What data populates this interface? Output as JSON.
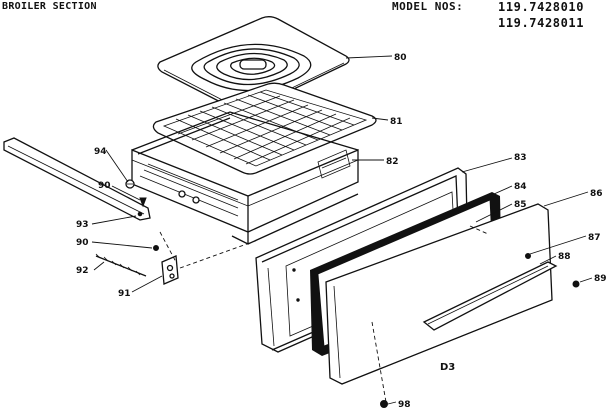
{
  "header": {
    "section_title": "BROILER SECTION",
    "model_label": "MODEL NOS:",
    "model_numbers": [
      "119.7428010",
      "119.7428011"
    ]
  },
  "diagram_label": "D3",
  "callouts": {
    "c80": "80",
    "c81": "81",
    "c82": "82",
    "c83": "83",
    "c84": "84",
    "c85": "85",
    "c86": "86",
    "c87": "87",
    "c88": "88",
    "c89": "89",
    "c90a": "90",
    "c90b": "90",
    "c91": "91",
    "c92": "92",
    "c93": "93",
    "c94": "94",
    "c98": "98"
  }
}
